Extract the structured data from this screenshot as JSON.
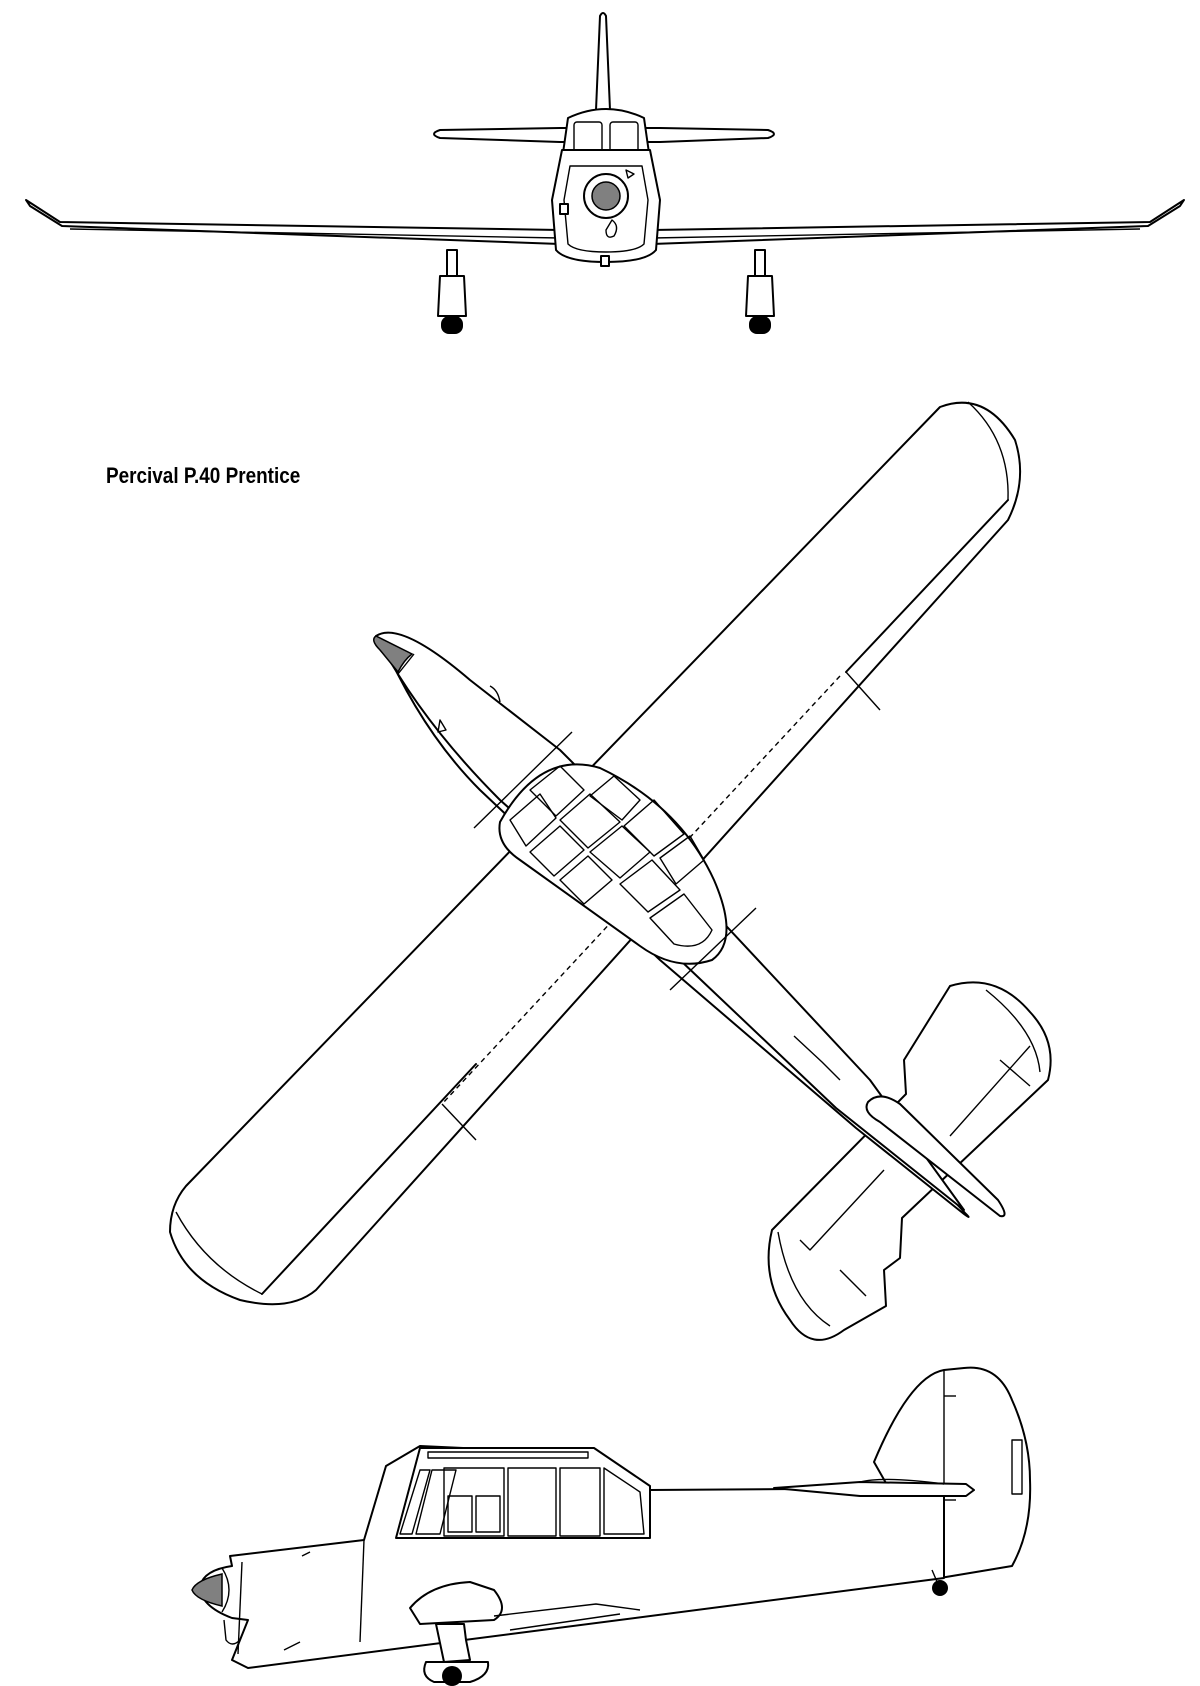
{
  "title": "Percival P.40 Prentice",
  "colors": {
    "line": "#000000",
    "fill": "#ffffff",
    "spinner": "#808080",
    "background": "#ffffff"
  },
  "views": [
    "front-view",
    "top-view",
    "side-view"
  ]
}
